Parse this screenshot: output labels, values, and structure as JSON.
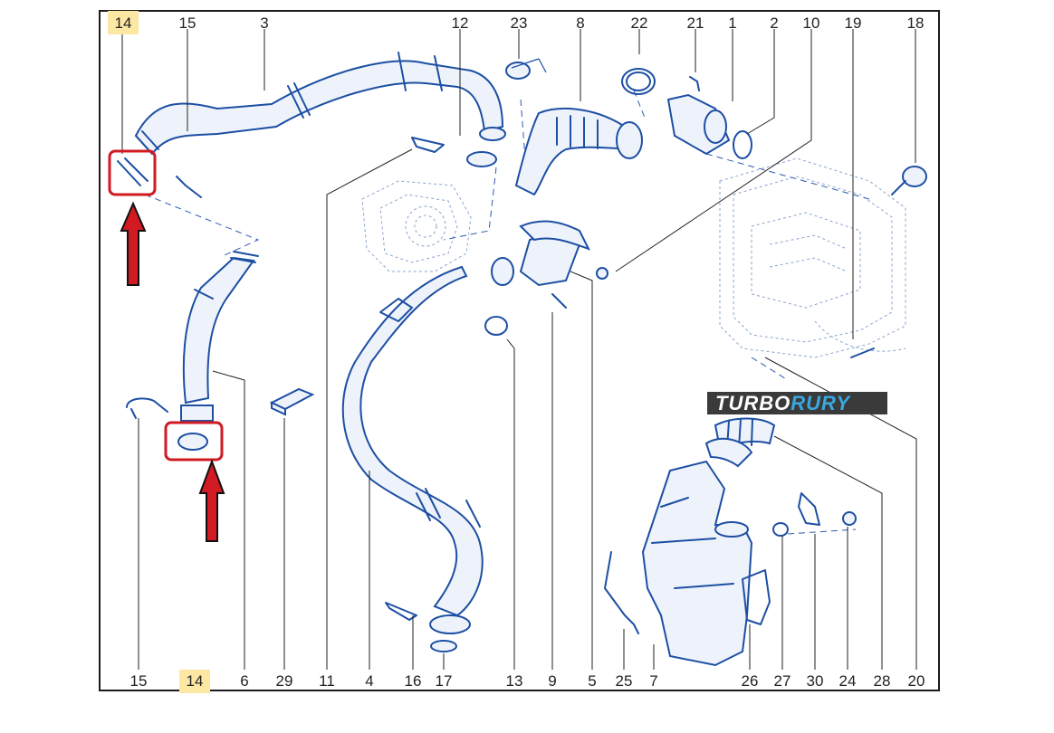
{
  "callouts_top": [
    "14",
    "15",
    "3",
    "12",
    "23",
    "8",
    "22",
    "21",
    "1",
    "2",
    "10",
    "19",
    "18"
  ],
  "callouts_bottom": [
    "15",
    "14",
    "6",
    "29",
    "11",
    "4",
    "16",
    "17",
    "13",
    "9",
    "5",
    "25",
    "7",
    "26",
    "27",
    "30",
    "24",
    "28",
    "20"
  ],
  "highlighted_callout": "14",
  "watermark": {
    "part1": "TURBO",
    "part2": "RURY"
  },
  "colors": {
    "line_art": "#1d4fa3",
    "highlight": "#fde8a3",
    "marker": "#d11a22",
    "watermark_bg": "#3a3a3a",
    "watermark_accent": "#39a7e0"
  }
}
